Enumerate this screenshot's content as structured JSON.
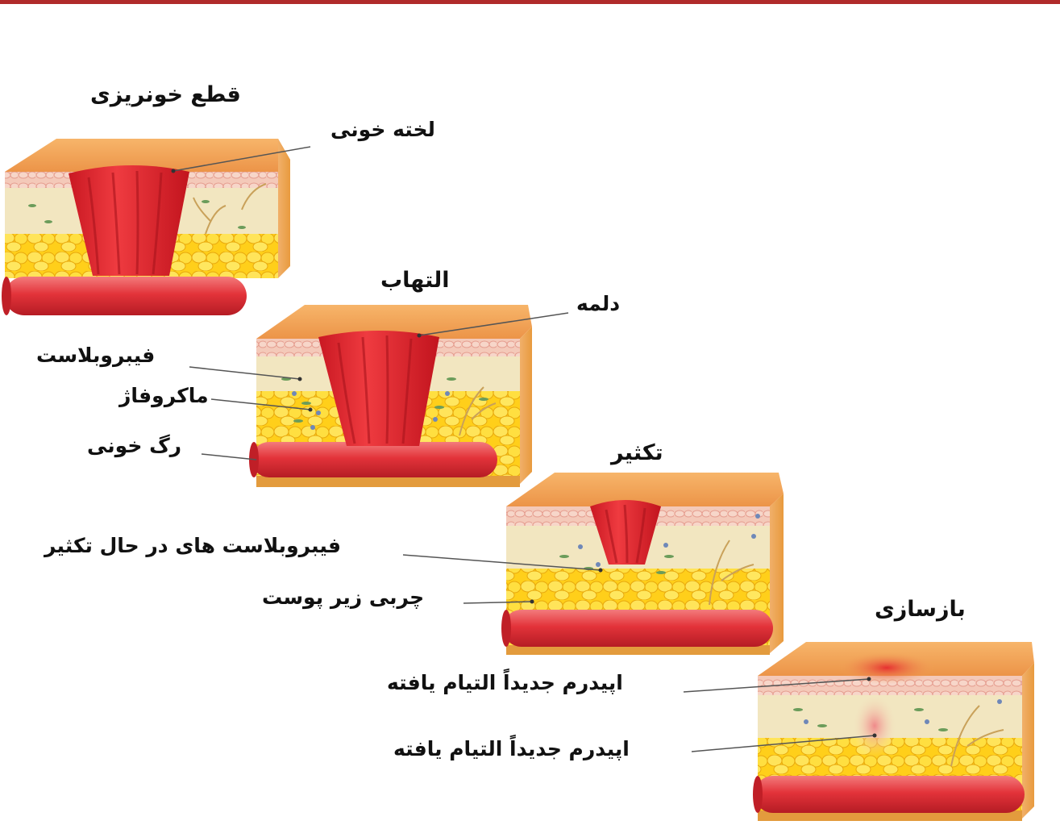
{
  "stages": [
    {
      "id": "hemostasis",
      "title": "قطع خونریزی"
    },
    {
      "id": "inflammation",
      "title": "التهاب"
    },
    {
      "id": "proliferation",
      "title": "تکثیر"
    },
    {
      "id": "remodeling",
      "title": "بازسازی"
    }
  ],
  "labels": {
    "blood_clot": "لخته خونی",
    "scab": "دلمه",
    "fibroblast": "فیبروبلاست",
    "macrophage": "ماکروفاژ",
    "blood_vessel": "رگ خونی",
    "proliferating_fibroblasts": "فیبروبلاست های در حال تکثیر",
    "subcutaneous_fat": "چربی زیر پوست",
    "new_epidermis_1": "اپیدرم جدیداً التیام یافته",
    "new_epidermis_2": "اپیدرم جدیداً التیام یافته"
  },
  "colors": {
    "top_bar": "#b02a2a",
    "skin_top": "#f2a65a",
    "epidermis": "#f3c7b8",
    "dermis": "#f3e8c2",
    "fat": "#ffd21f",
    "vessel": "#e8343a",
    "clot": "#e2262e"
  }
}
